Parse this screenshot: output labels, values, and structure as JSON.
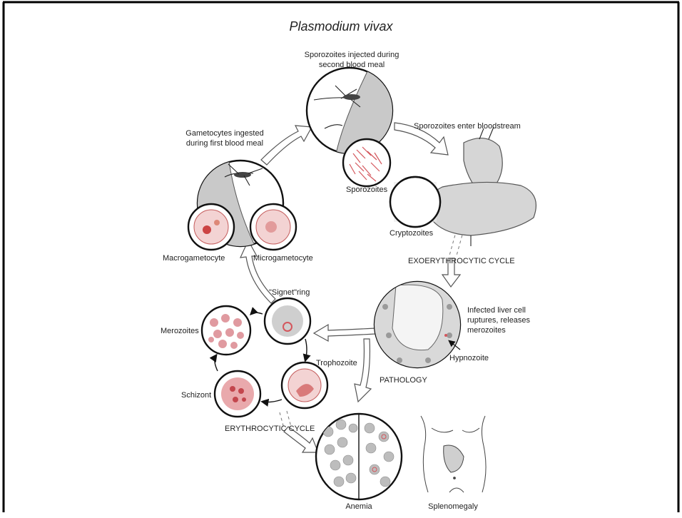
{
  "title": "Plasmodium vivax",
  "labels": {
    "sporozoites_injected": [
      "Sporozoites injected during",
      "second blood meal"
    ],
    "sporozoites_enter": "Sporozoites enter bloodstream",
    "gametocytes_ingested": [
      "Gametocytes ingested",
      "during first blood meal"
    ],
    "sporozoites": "Sporozoites",
    "cryptozoites": "Cryptozoites",
    "macrogametocyte": "Macrogametocyte",
    "microgametocyte": "Microgametocyte",
    "exoerythrocytic_cycle": "EXOERYTHROCYTIC CYCLE",
    "signet_ring": "\"Signet\"ring",
    "infected_liver": [
      "Infected liver cell",
      "ruptures, releases",
      "merozoites"
    ],
    "merozoites": "Merozoites",
    "trophozoite": "Trophozoite",
    "hypnozoite": "Hypnozoite",
    "pathology": "PATHOLOGY",
    "schizont": "Schizont",
    "erythrocytic_cycle": "ERYTHROCYTIC CYCLE",
    "anemia": "Anemia",
    "splenomegaly": "Splenomegaly"
  },
  "colors": {
    "frame": "#000000",
    "parasite": "#d4575d",
    "cell_fill": "#f3d3d3",
    "skin": "#c9c9c9"
  }
}
